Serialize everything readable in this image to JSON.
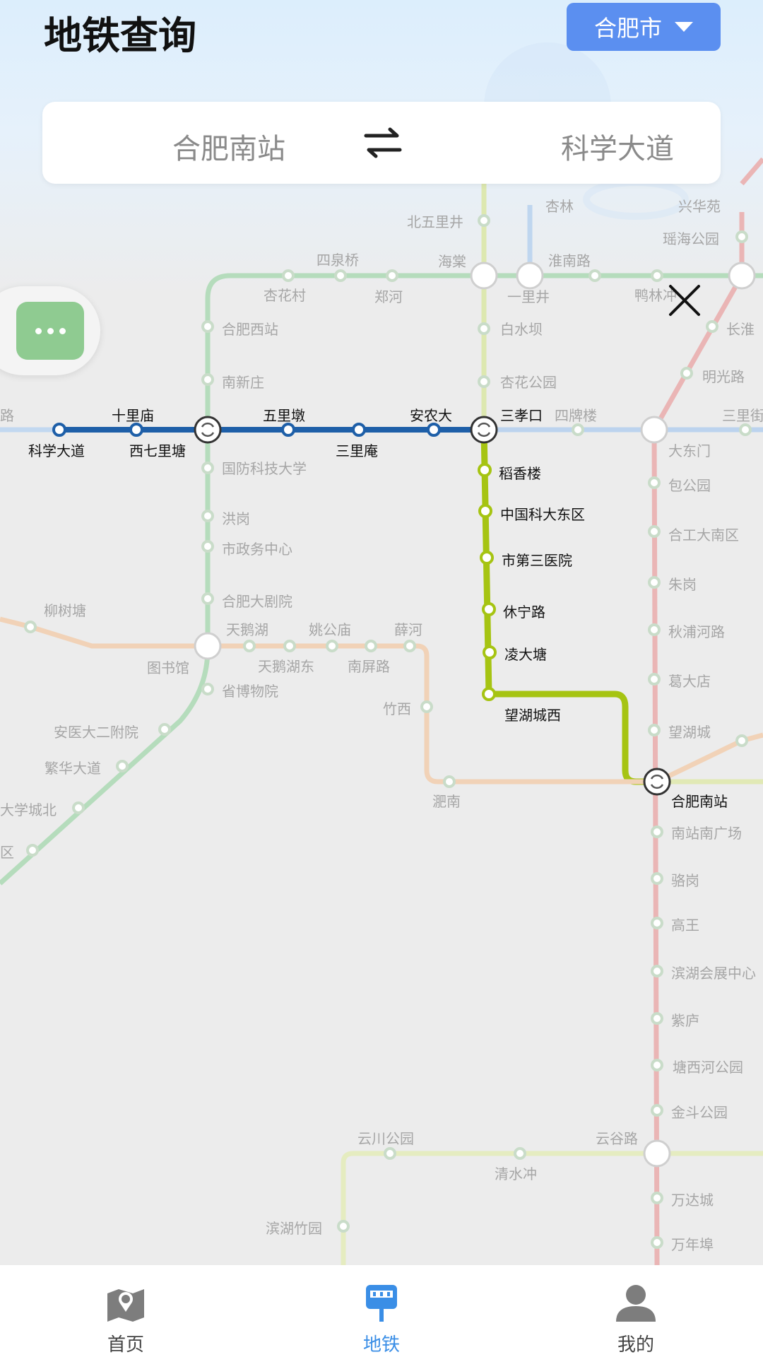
{
  "header": {
    "title": "地铁查询",
    "city": "合肥市"
  },
  "route": {
    "from": "合肥南站",
    "to": "科学大道",
    "swap_icon": "swap-arrows-icon"
  },
  "nav": [
    {
      "label": "首页",
      "icon": "map-home-icon"
    },
    {
      "label": "地铁",
      "icon": "subway-train-icon",
      "active": true
    },
    {
      "label": "我的",
      "icon": "user-profile-icon"
    }
  ],
  "colors": {
    "accent": "#5b8ff0",
    "line_blue": "#1e5fa8",
    "line_lime": "#a6c412",
    "line_green": "#8fcb91",
    "line_red": "#e98c8c",
    "line_orange": "#f3c49b",
    "nav_active": "#3a8ee6"
  },
  "map": {
    "stations": [
      {
        "name": "北五里井"
      },
      {
        "name": "杏林"
      },
      {
        "name": "兴华苑"
      },
      {
        "name": "瑶海公园"
      },
      {
        "name": "四泉桥"
      },
      {
        "name": "海棠"
      },
      {
        "name": "淮南路"
      },
      {
        "name": "杏花村"
      },
      {
        "name": "郑河"
      },
      {
        "name": "一里井"
      },
      {
        "name": "鸭林冲"
      },
      {
        "name": "合肥西站"
      },
      {
        "name": "白水坝"
      },
      {
        "name": "长淮"
      },
      {
        "name": "南新庄"
      },
      {
        "name": "杏花公园"
      },
      {
        "name": "明光路"
      },
      {
        "name": "十里庙"
      },
      {
        "name": "五里墩"
      },
      {
        "name": "安农大"
      },
      {
        "name": "三孝口"
      },
      {
        "name": "四牌楼"
      },
      {
        "name": "三里街"
      },
      {
        "name": "科学大道"
      },
      {
        "name": "西七里塘"
      },
      {
        "name": "三里庵"
      },
      {
        "name": "大东门"
      },
      {
        "name": "国防科技大学"
      },
      {
        "name": "稻香楼"
      },
      {
        "name": "包公园"
      },
      {
        "name": "中国科大东区"
      },
      {
        "name": "洪岗"
      },
      {
        "name": "合工大南区"
      },
      {
        "name": "市政务中心"
      },
      {
        "name": "市第三医院"
      },
      {
        "name": "朱岗"
      },
      {
        "name": "柳树塘"
      },
      {
        "name": "合肥大剧院"
      },
      {
        "name": "休宁路"
      },
      {
        "name": "天鹅湖"
      },
      {
        "name": "姚公庙"
      },
      {
        "name": "薛河"
      },
      {
        "name": "秋浦河路"
      },
      {
        "name": "凌大塘"
      },
      {
        "name": "图书馆"
      },
      {
        "name": "天鹅湖东"
      },
      {
        "name": "南屏路"
      },
      {
        "name": "葛大店"
      },
      {
        "name": "省博物院"
      },
      {
        "name": "望湖城西"
      },
      {
        "name": "竹西"
      },
      {
        "name": "安医大二附院"
      },
      {
        "name": "望湖城"
      },
      {
        "name": "繁华大道"
      },
      {
        "name": "合肥南站"
      },
      {
        "name": "淝南"
      },
      {
        "name": "大学城北"
      },
      {
        "name": "南站南广场"
      },
      {
        "name": "区"
      },
      {
        "name": "骆岗"
      },
      {
        "name": "高王"
      },
      {
        "name": "滨湖会展中心"
      },
      {
        "name": "紫庐"
      },
      {
        "name": "塘西河公园"
      },
      {
        "name": "金斗公园"
      },
      {
        "name": "云川公园"
      },
      {
        "name": "云谷路"
      },
      {
        "name": "清水冲"
      },
      {
        "name": "滨湖竹园"
      },
      {
        "name": "万达城"
      },
      {
        "name": "万年埠"
      },
      {
        "name": "路"
      }
    ]
  }
}
